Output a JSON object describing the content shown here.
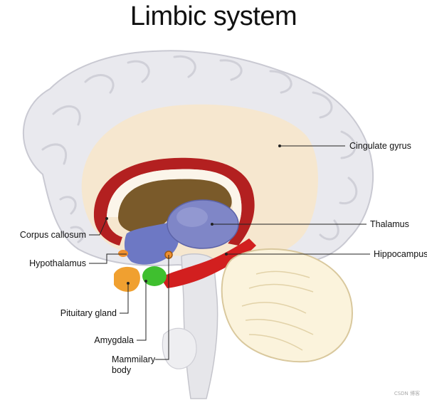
{
  "title": "Limbic system",
  "labels": {
    "cingulate_gyrus": "Cingulate gyrus",
    "thalamus": "Thalamus",
    "hippocampus": "Hippocampus",
    "corpus_callosum": "Corpus callosum",
    "hypothalamus": "Hypothalamus",
    "pituitary_gland": "Pituitary gland",
    "amygdala": "Amygdala",
    "mammilary_body_line1": "Mammilary",
    "mammilary_body_line2": "body"
  },
  "watermark": "CSDN 博客",
  "colors": {
    "cortex": "#e9e9ee",
    "cortex_fold": "#d2d2da",
    "cingulate": "#f7e7cc",
    "corpus_callosum": "#b32020",
    "ventricle": "#7a5a2a",
    "thalamus": "#7f86c7",
    "hypothalamus": "#6d78c4",
    "hippocampus": "#d21f1f",
    "amygdala": "#3fbf2f",
    "pituitary": "#f0a030",
    "cerebellum": "#fbf3dc",
    "brainstem": "#e6e6ea"
  }
}
